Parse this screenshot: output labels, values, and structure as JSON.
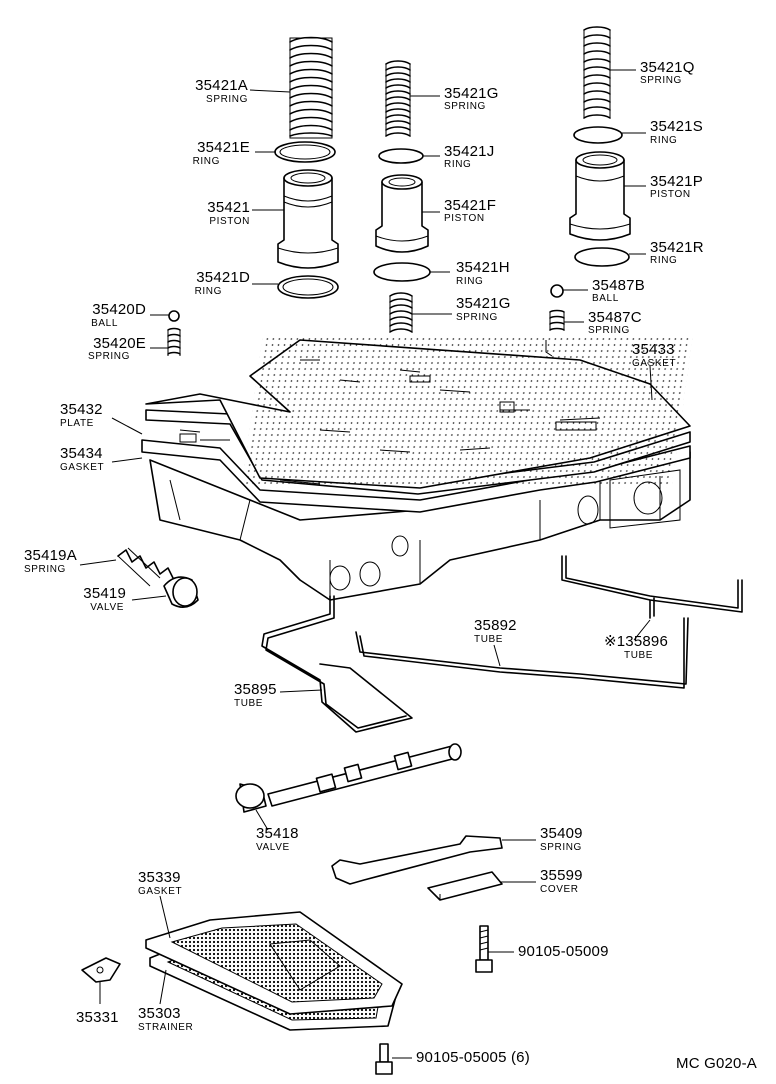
{
  "diagram_code": "MC G020-A",
  "callouts": {
    "c35421A": {
      "part_no": "35421A",
      "name": "SPRING"
    },
    "c35421E": {
      "part_no": "35421E",
      "name": "RING"
    },
    "c35421": {
      "part_no": "35421",
      "name": "PISTON"
    },
    "c35421D": {
      "part_no": "35421D",
      "name": "RING"
    },
    "c35421G_top": {
      "part_no": "35421G",
      "name": "SPRING"
    },
    "c35421J": {
      "part_no": "35421J",
      "name": "RING"
    },
    "c35421F": {
      "part_no": "35421F",
      "name": "PISTON"
    },
    "c35421H": {
      "part_no": "35421H",
      "name": "RING"
    },
    "c35421G_low": {
      "part_no": "35421G",
      "name": "SPRING"
    },
    "c35421Q": {
      "part_no": "35421Q",
      "name": "SPRING"
    },
    "c35421S": {
      "part_no": "35421S",
      "name": "RING"
    },
    "c35421P": {
      "part_no": "35421P",
      "name": "PISTON"
    },
    "c35421R": {
      "part_no": "35421R",
      "name": "RING"
    },
    "c35487B": {
      "part_no": "35487B",
      "name": "BALL"
    },
    "c35487C": {
      "part_no": "35487C",
      "name": "SPRING"
    },
    "c35420D": {
      "part_no": "35420D",
      "name": "BALL"
    },
    "c35420E": {
      "part_no": "35420E",
      "name": "SPRING"
    },
    "c35433": {
      "part_no": "35433",
      "name": "GASKET"
    },
    "c35432": {
      "part_no": "35432",
      "name": "PLATE"
    },
    "c35434": {
      "part_no": "35434",
      "name": "GASKET"
    },
    "c35419A": {
      "part_no": "35419A",
      "name": "SPRING"
    },
    "c35419": {
      "part_no": "35419",
      "name": "VALVE"
    },
    "c35892": {
      "part_no": "35892",
      "name": "TUBE"
    },
    "c135896": {
      "part_no": "※135896",
      "name": "TUBE"
    },
    "c35895": {
      "part_no": "35895",
      "name": "TUBE"
    },
    "c35418": {
      "part_no": "35418",
      "name": "VALVE"
    },
    "c35409": {
      "part_no": "35409",
      "name": "SPRING"
    },
    "c35599": {
      "part_no": "35599",
      "name": "COVER"
    },
    "c35339": {
      "part_no": "35339",
      "name": "GASKET"
    },
    "c35331": {
      "part_no": "35331",
      "name": ""
    },
    "c35303": {
      "part_no": "35303",
      "name": "STRAINER"
    },
    "c90105a": {
      "part_no": "90105-05009",
      "name": ""
    },
    "c90105b": {
      "part_no": "90105-05005 (6)",
      "name": ""
    }
  }
}
